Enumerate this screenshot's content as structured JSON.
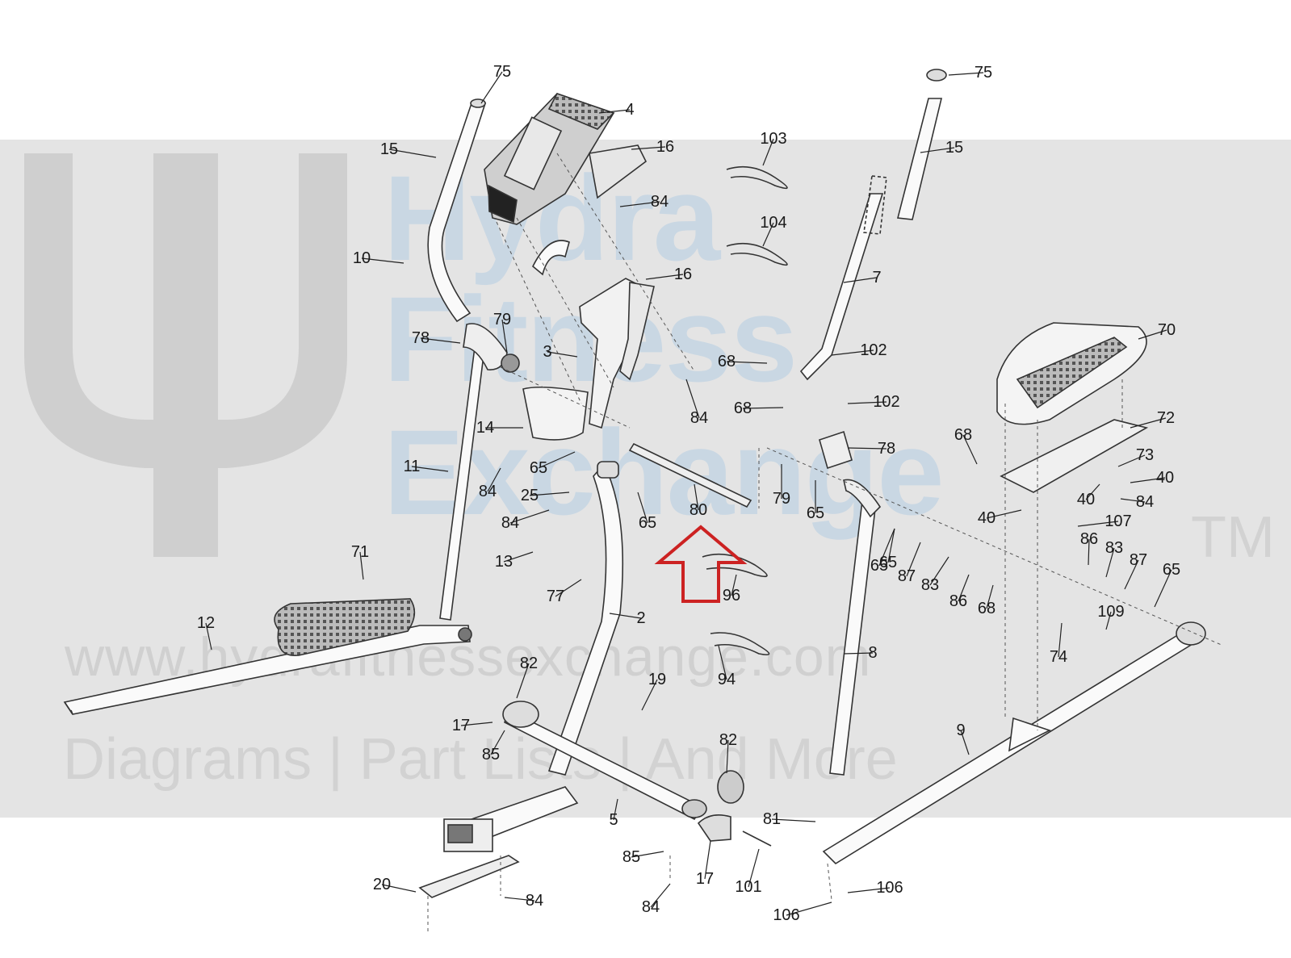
{
  "watermark": {
    "words": [
      "Hydra",
      "Fitness",
      "Exchange"
    ],
    "trademark": "TM",
    "url": "www.hydrafitnessexchange.com",
    "tagline": "Diagrams | Part Lists | And More",
    "colors": {
      "band": "#e4e4e4",
      "letters": "#c9d7e3",
      "text": "#d0d0d0"
    }
  },
  "highlight": {
    "target_part": "96",
    "shape": "arrow-up-outline",
    "color": "#cc2222"
  },
  "callouts": [
    "75",
    "4",
    "16",
    "84",
    "103",
    "104",
    "75",
    "15",
    "15",
    "10",
    "16",
    "7",
    "70",
    "79",
    "78",
    "3",
    "68",
    "102",
    "68",
    "102",
    "84",
    "14",
    "78",
    "72",
    "68",
    "11",
    "65",
    "73",
    "40",
    "25",
    "84",
    "80",
    "65",
    "79",
    "65",
    "40",
    "84",
    "40",
    "107",
    "84",
    "65",
    "13",
    "71",
    "96",
    "86",
    "83",
    "87",
    "65",
    "77",
    "87",
    "83",
    "86",
    "68",
    "65",
    "109",
    "12",
    "2",
    "8",
    "74",
    "94",
    "82",
    "19",
    "17",
    "85",
    "9",
    "82",
    "5",
    "81",
    "85",
    "17",
    "101",
    "20",
    "84",
    "106",
    "84",
    "106"
  ]
}
